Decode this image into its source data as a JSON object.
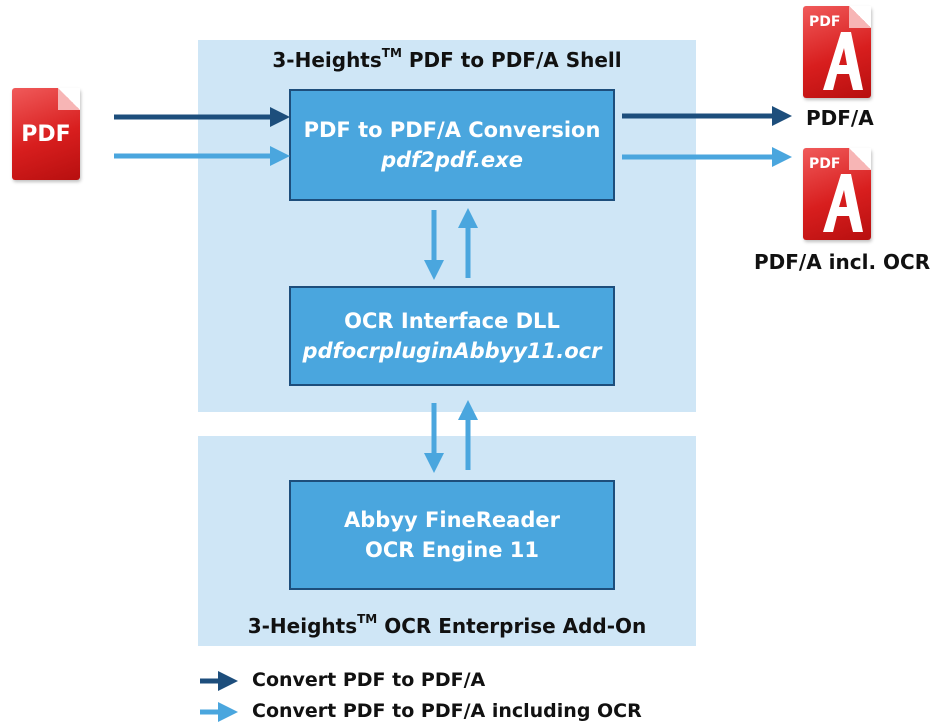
{
  "shell_panel": {
    "title_pre": "3-Heights",
    "title_sup": "TM",
    "title_post": " PDF to PDF/A Shell"
  },
  "addon_panel": {
    "title_pre": "3-Heights",
    "title_sup": "TM",
    "title_post": " OCR Enterprise Add-On"
  },
  "boxes": {
    "conversion": {
      "line1": "PDF to PDF/A Conversion",
      "line2": "pdf2pdf.exe"
    },
    "ocr_interface": {
      "line1": "OCR Interface DLL",
      "line2": "pdfocrpluginAbbyy11.ocr"
    },
    "ocr_engine": {
      "line1": "Abbyy FineReader",
      "line2": "OCR Engine 11"
    }
  },
  "input_icon": {
    "label": "PDF"
  },
  "outputs": [
    {
      "icon_text": "PDF",
      "label": "PDF/A"
    },
    {
      "icon_text": "PDF",
      "label": "PDF/A incl. OCR"
    }
  ],
  "legend": [
    {
      "label": "Convert PDF to PDF/A",
      "color": "#1d4e7c"
    },
    {
      "label": "Convert PDF to PDF/A including OCR",
      "color": "#4aa6de"
    }
  ],
  "colors": {
    "dark_arrow": "#1d4e7c",
    "light_arrow": "#4aa6de",
    "panel": "#cfe6f6",
    "box": "#4aa6de",
    "icon_red": "#d81e1e"
  }
}
